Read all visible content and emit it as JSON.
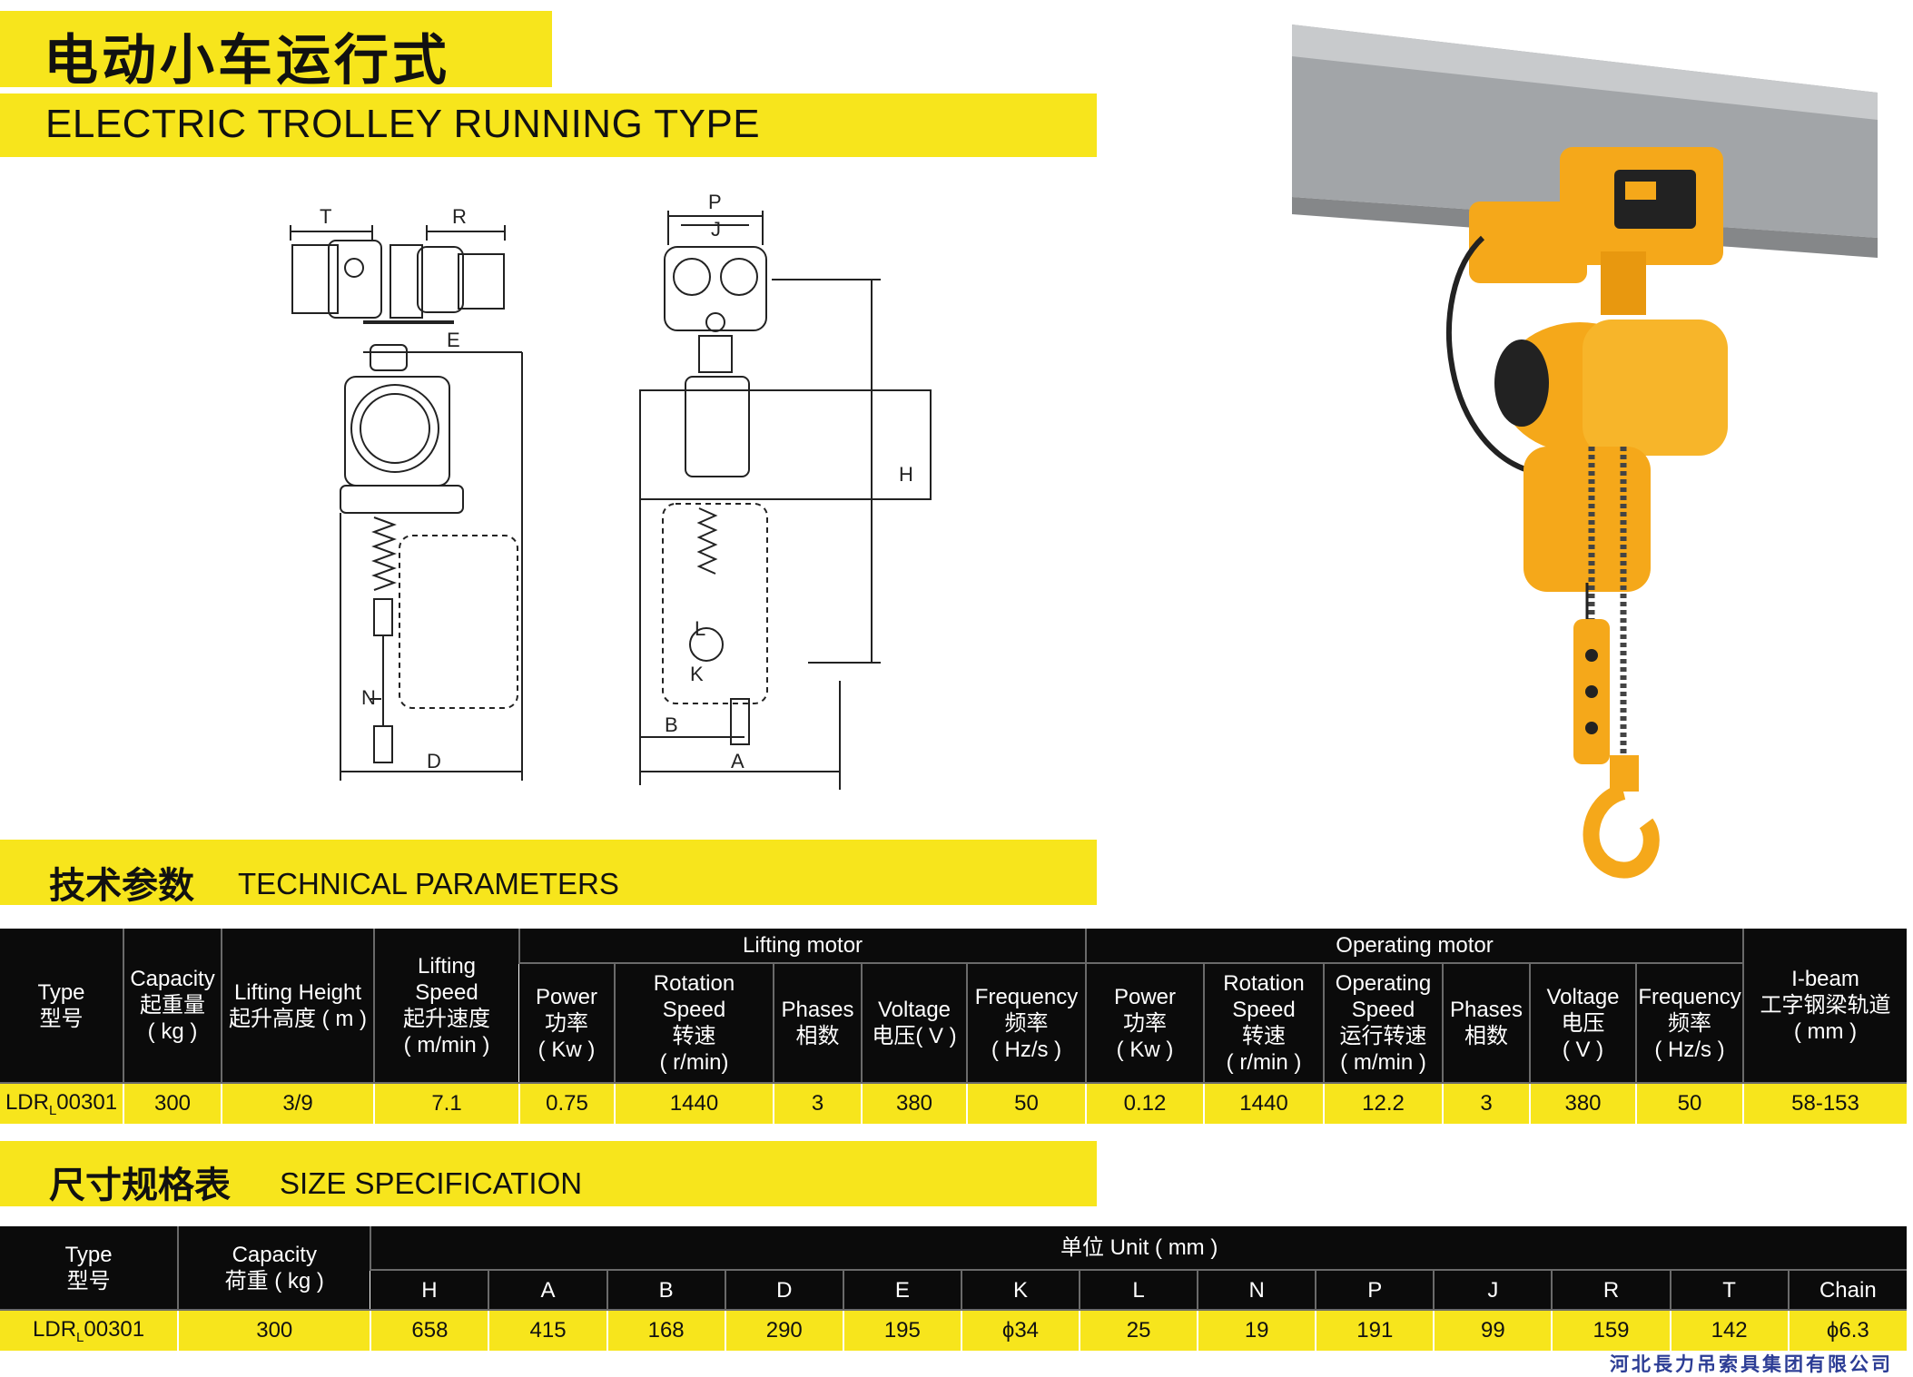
{
  "header": {
    "title_cn": "电动小车运行式",
    "title_en": "ELECTRIC TROLLEY RUNNING TYPE"
  },
  "drawing": {
    "labels": {
      "T": "T",
      "R": "R",
      "E": "E",
      "N": "N",
      "D": "D",
      "P": "P",
      "J": "J",
      "H": "H",
      "L": "L",
      "K": "K",
      "B": "B",
      "A": "A"
    }
  },
  "colors": {
    "accent_yellow": "#f7e51c",
    "header_black": "#0b0b0b",
    "hoist_orange": "#f5a81a",
    "company_blue": "#2c3d95"
  },
  "tech": {
    "title_cn": "技术参数",
    "title_en": "TECHNICAL PARAMETERS",
    "group_lifting": "Lifting motor",
    "group_operating": "Operating motor",
    "headers": {
      "type": [
        "Type",
        "型号"
      ],
      "capacity": [
        "Capacity",
        "起重量",
        "( kg )"
      ],
      "lifting_height": [
        "Lifting Height",
        "起升高度 ( m )"
      ],
      "lifting_speed": [
        "Lifting",
        "Speed",
        "起升速度",
        "( m/min )"
      ],
      "lm_power": [
        "Power",
        "功率",
        "( Kw )"
      ],
      "lm_rotation": [
        "Rotation",
        "Speed",
        "转速",
        "( r/min)"
      ],
      "lm_phases": [
        "Phases",
        "相数"
      ],
      "lm_voltage": [
        "Voltage",
        "电压( V )"
      ],
      "lm_frequency": [
        "Frequency",
        "频率",
        "( Hz/s )"
      ],
      "om_power": [
        "Power",
        "功率",
        "( Kw )"
      ],
      "om_rotation": [
        "Rotation",
        "Speed",
        "转速",
        "( r/min )"
      ],
      "om_operating": [
        "Operating",
        "Speed",
        "运行转速",
        "( m/min )"
      ],
      "om_phases": [
        "Phases",
        "相数"
      ],
      "om_voltage": [
        "Voltage",
        "电压",
        "( V )"
      ],
      "om_frequency": [
        "Frequency",
        "频率",
        "( Hz/s )"
      ],
      "ibeam": [
        "I-beam",
        "工字钢梁轨道",
        "( mm )"
      ]
    },
    "row": {
      "type_prefix": "LDR",
      "type_sub": "L",
      "type_suffix": "00301",
      "values": [
        "300",
        "3/9",
        "7.1",
        "0.75",
        "1440",
        "3",
        "380",
        "50",
        "0.12",
        "1440",
        "12.2",
        "3",
        "380",
        "50",
        "58-153"
      ]
    }
  },
  "size": {
    "title_cn": "尺寸规格表",
    "title_en": "SIZE SPECIFICATION",
    "header_type": [
      "Type",
      "型号"
    ],
    "header_capacity": [
      "Capacity",
      "荷重 ( kg )"
    ],
    "unit_label": "单位 Unit ( mm )",
    "columns": [
      "H",
      "A",
      "B",
      "D",
      "E",
      "K",
      "L",
      "N",
      "P",
      "J",
      "R",
      "T",
      "Chain"
    ],
    "row": {
      "type_prefix": "LDR",
      "type_sub": "L",
      "type_suffix": "00301",
      "capacity": "300",
      "values": [
        "658",
        "415",
        "168",
        "290",
        "195",
        "ϕ34",
        "25",
        "19",
        "191",
        "99",
        "159",
        "142",
        "ϕ6.3"
      ]
    }
  },
  "footer": {
    "company": "河北長力吊索具集团有限公司"
  }
}
